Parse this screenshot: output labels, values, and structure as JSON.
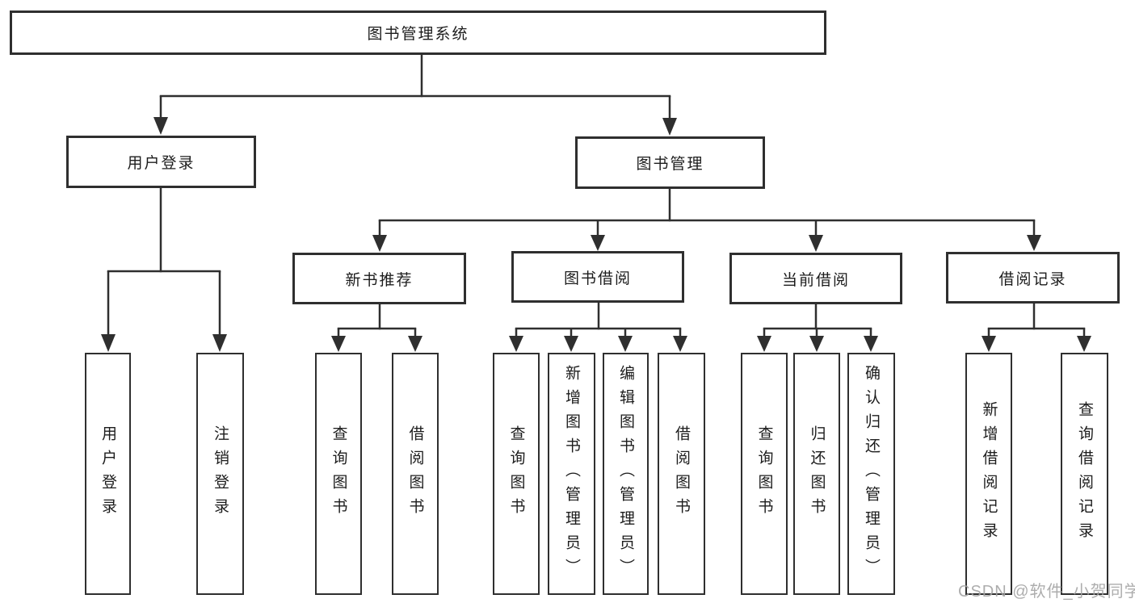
{
  "tree": {
    "label": "图书管理系统",
    "children": [
      {
        "label": "用户登录",
        "children": [
          {
            "label": "用户登录"
          },
          {
            "label": "注销登录"
          }
        ]
      },
      {
        "label": "图书管理",
        "children": [
          {
            "label": "新书推荐",
            "children": [
              {
                "label": "查询图书"
              },
              {
                "label": "借阅图书"
              }
            ]
          },
          {
            "label": "图书借阅",
            "children": [
              {
                "label": "查询图书"
              },
              {
                "label": "新增图书（管理员）"
              },
              {
                "label": "编辑图书（管理员）"
              },
              {
                "label": "借阅图书"
              }
            ]
          },
          {
            "label": "当前借阅",
            "children": [
              {
                "label": "查询图书"
              },
              {
                "label": "归还图书"
              },
              {
                "label": "确认归还（管理员）"
              }
            ]
          },
          {
            "label": "借阅记录",
            "children": [
              {
                "label": "新增借阅记录"
              },
              {
                "label": "查询借阅记录"
              }
            ]
          }
        ]
      }
    ]
  },
  "watermark": {
    "text": "CSDN @软件_小贺同学"
  },
  "colors": {
    "line": "#2f2f2f",
    "box_border": "#2f2f2f",
    "text": "#1c1c1c",
    "background": "#ffffff",
    "watermark": "#a4a4a4"
  }
}
